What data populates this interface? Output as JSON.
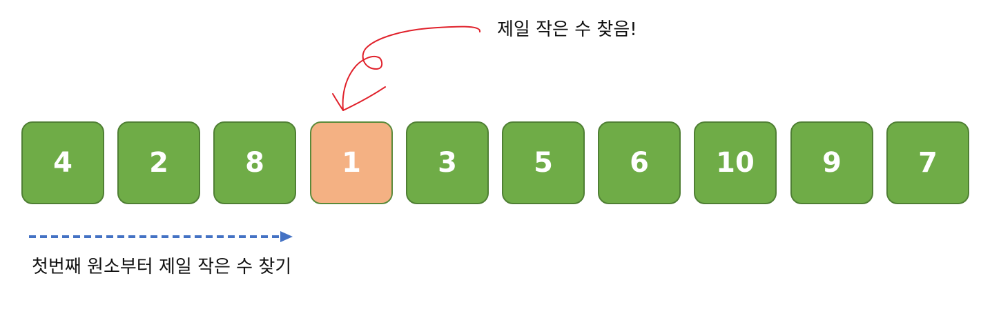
{
  "elements": [
    {
      "value": "4",
      "state": "normal"
    },
    {
      "value": "2",
      "state": "normal"
    },
    {
      "value": "8",
      "state": "normal"
    },
    {
      "value": "1",
      "state": "highlight"
    },
    {
      "value": "3",
      "state": "normal"
    },
    {
      "value": "5",
      "state": "normal"
    },
    {
      "value": "6",
      "state": "normal"
    },
    {
      "value": "10",
      "state": "normal"
    },
    {
      "value": "9",
      "state": "normal"
    },
    {
      "value": "7",
      "state": "normal"
    }
  ],
  "annotation_top": "제일 작은 수 찾음!",
  "annotation_bottom": "첫번째 원소부터 제일 작은 수 찾기",
  "colors": {
    "box_fill": "#6fac47",
    "box_border": "#4f7f34",
    "highlight_fill": "#f4b183",
    "scan_arrow": "#4472c4",
    "pointer_stroke": "#e0202a"
  }
}
